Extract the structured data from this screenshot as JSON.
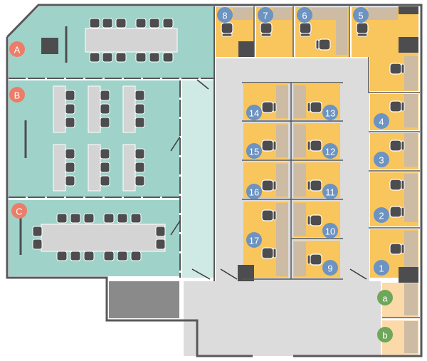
{
  "title": "Office floor plan",
  "colors": {
    "meeting_room": "#9fd3ca",
    "corridor_teal": "#cfe9e4",
    "office": "#f9c55d",
    "phone_booth": "#fcd9a9",
    "desk_surface": "#cdbba3",
    "corridor": "#dcdcdc",
    "wall": "#58585a",
    "room_badge": "#ec7d68",
    "desk_badge": "#6c93c1",
    "booth_badge": "#6fa75a",
    "table": "#d4d4d4"
  },
  "rooms": [
    {
      "id": "A",
      "label": "A"
    },
    {
      "id": "B",
      "label": "B"
    },
    {
      "id": "C",
      "label": "C"
    }
  ],
  "desks": [
    "1",
    "2",
    "3",
    "4",
    "5",
    "6",
    "7",
    "8",
    "9",
    "10",
    "11",
    "12",
    "13",
    "14",
    "15",
    "16",
    "17"
  ],
  "booths": [
    {
      "id": "a",
      "label": "a"
    },
    {
      "id": "b",
      "label": "b"
    }
  ]
}
